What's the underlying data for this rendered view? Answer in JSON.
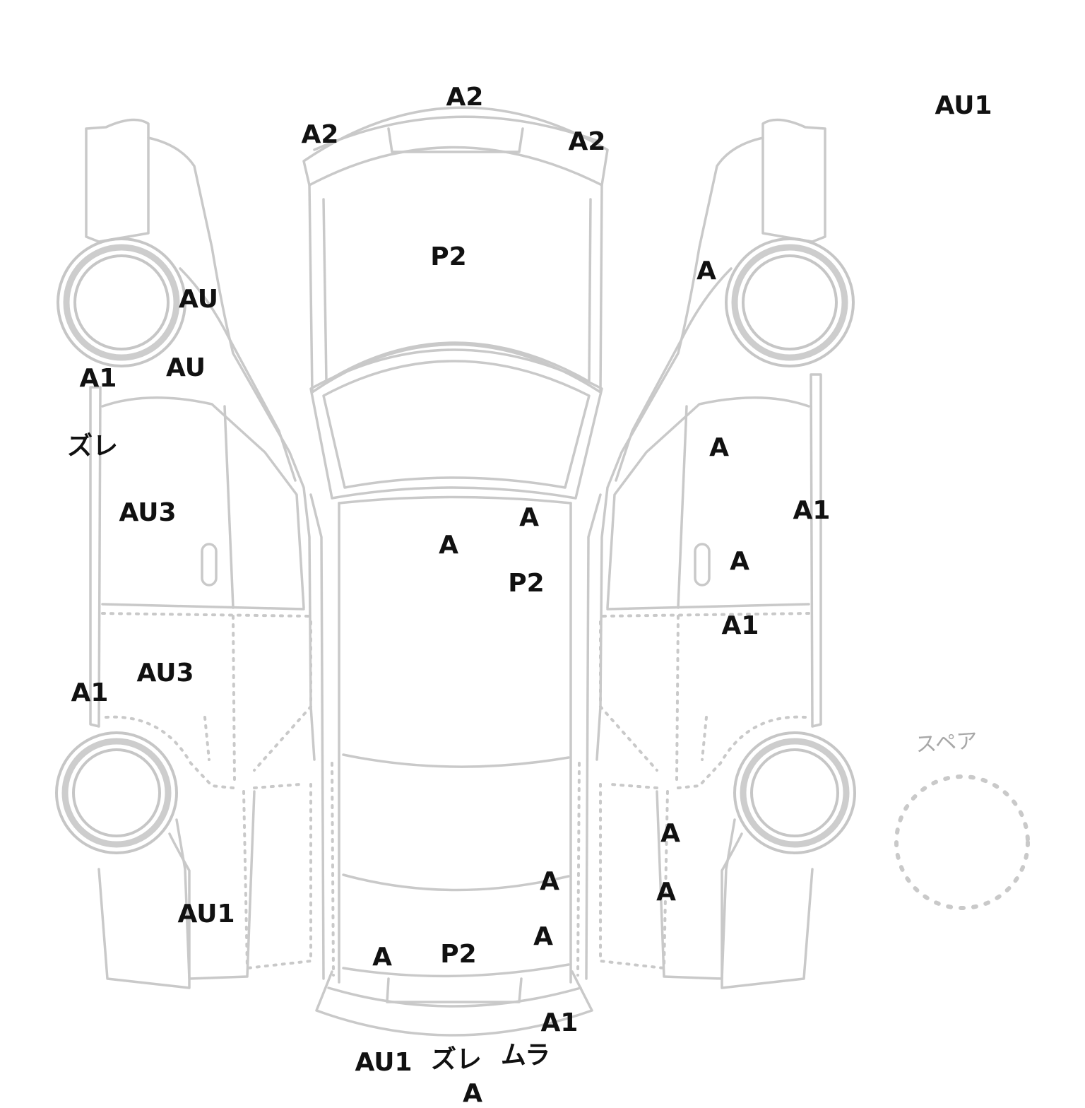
{
  "spare_label": "スペア",
  "colors": {
    "outline": "#c9c9c9",
    "marks": "#111111",
    "background": "#ffffff"
  },
  "marks": {
    "top_corner": "AU1",
    "front_center": "A2",
    "front_left": "A2",
    "front_right": "A2",
    "hood": "P2",
    "left_front_fender_upper": "AU",
    "left_front_fender_lower": "AU",
    "left_pillar": "A1",
    "left_pillar_shift": "ズレ",
    "left_front_door": "AU3",
    "left_rear_door": "AU3",
    "left_sill": "A1",
    "left_quarter": "AU1",
    "roof_1": "A",
    "roof_2": "A",
    "roof_3": "P2",
    "right_front_fender": "A",
    "right_front_door_1": "A",
    "right_pillar": "A1",
    "right_front_door_2": "A",
    "right_rear_door": "A1",
    "right_quarter_1": "A",
    "right_quarter_2": "A",
    "trunk_1": "A",
    "trunk_2": "A",
    "trunk_left": "A",
    "trunk_center": "P2",
    "rear_bumper_right": "A1",
    "rear_bumper_au": "AU1",
    "rear_bumper_shift": "ズレ",
    "rear_bumper_uneven": "ムラ",
    "rear_bumper_bottom": "A"
  }
}
